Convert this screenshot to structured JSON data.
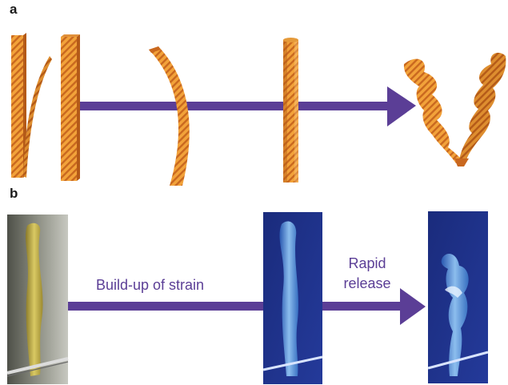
{
  "panels": {
    "a": {
      "label": "a"
    },
    "b": {
      "label": "b",
      "caption_buildup": "Build-up of strain",
      "caption_rapid": "Rapid",
      "caption_release": "release"
    }
  },
  "colors": {
    "arrow": "#5b3e96",
    "strip_orange": "#f2a23a",
    "strip_stripe": "#c46a1c",
    "photo_dark_blue": "#1a2a78",
    "photo_yellow": "#c8b44a",
    "text_accent": "#5b3e96"
  },
  "icons": [
    "arrow-right-icon"
  ]
}
